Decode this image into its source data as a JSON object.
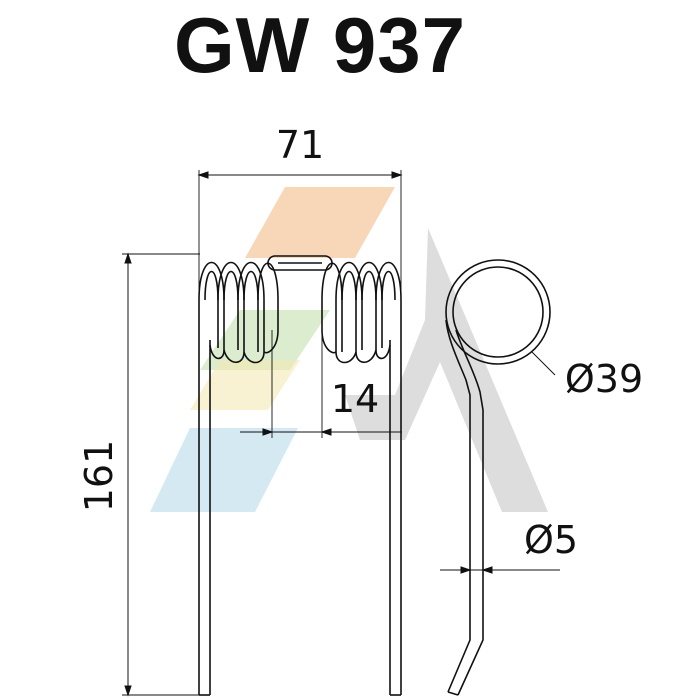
{
  "title": "GW 937",
  "dimensions": {
    "width": "71",
    "height": "161",
    "coil_gap": "14",
    "coil_diameter": "Ø39",
    "wire_diameter": "Ø5"
  },
  "watermark_colors": {
    "orange": "#f6c9a2",
    "yellow": "#f3e9b4",
    "green": "#cfe6bf",
    "blue": "#c5e2ee",
    "gray": "#d7d7d7"
  },
  "line_color": "#111111"
}
